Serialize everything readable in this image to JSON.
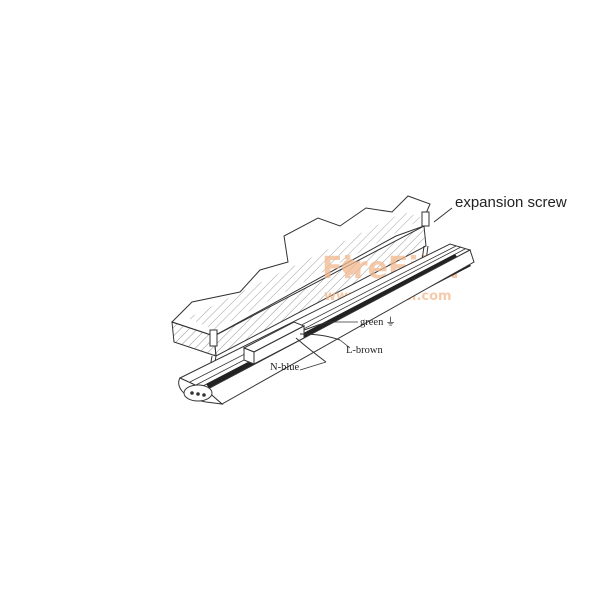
{
  "labels": {
    "expansion_screw": "expansion screw",
    "green": "green",
    "earth_symbol": "⏚",
    "l_brown": "L-brown",
    "n_blue": "N-blue"
  },
  "watermark": {
    "logo_part1": "Fire",
    "logo_part2": "Filer",
    "url": "www.firefiler.com",
    "color": "#f2b98e"
  },
  "colors": {
    "line": "#333333",
    "hatch": "#666666",
    "background": "#ffffff"
  }
}
